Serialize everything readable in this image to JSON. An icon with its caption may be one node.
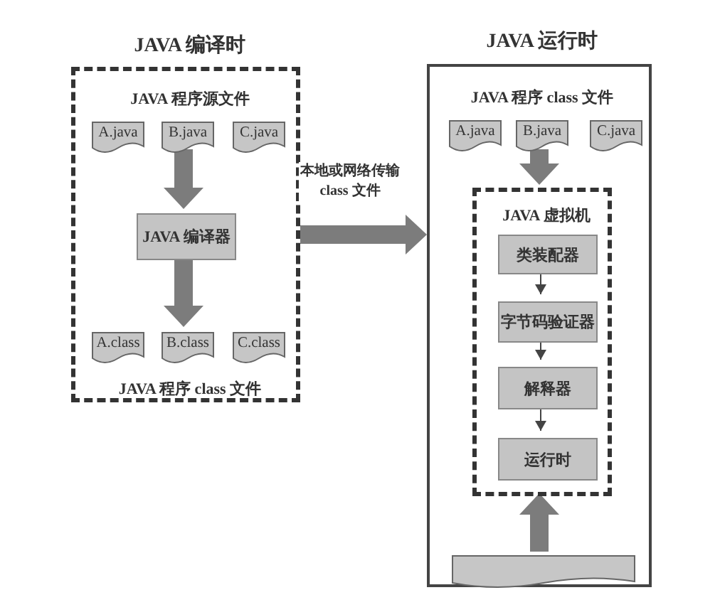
{
  "diagram": {
    "nodes": [
      {
        "text": [
          "JAVA 编译时",
          "JAVA 程序源文件",
          "JAVA 程序 class 文件"
        ]
      },
      {
        "text": [
          "A.java"
        ],
        "in": 0
      },
      {
        "text": [
          "B.java"
        ],
        "in": 0
      },
      {
        "text": [
          "C.java"
        ],
        "in": 0
      },
      {
        "text": [
          "JAVA 编译器"
        ],
        "in": 0
      },
      {
        "text": [
          "A.class"
        ],
        "in": 0
      },
      {
        "text": [
          "B.class"
        ],
        "in": 0
      },
      {
        "text": [
          "C.class"
        ],
        "in": 0
      },
      {
        "text": [
          "JAVA 运行时",
          "JAVA 程序 class 文件"
        ]
      },
      {
        "text": [
          "A.java"
        ],
        "in": 8
      },
      {
        "text": [
          "B.java"
        ],
        "in": 8
      },
      {
        "text": [
          "C.java"
        ],
        "in": 8
      },
      {
        "text": [
          "JAVA 虚拟机"
        ],
        "in": 8
      },
      {
        "text": [
          "类装配器"
        ],
        "in": 12
      },
      {
        "text": [
          "字节码验证器"
        ],
        "in": 12
      },
      {
        "text": [
          "解释器"
        ],
        "in": 12
      },
      {
        "text": [
          "运行时"
        ],
        "in": 12
      },
      {
        "text": [],
        "shape": "document",
        "in": 8
      }
    ],
    "edges": [
      {
        "from": 2,
        "to": 4,
        "arrow": "to"
      },
      {
        "from": 4,
        "to": 6,
        "arrow": "to"
      },
      {
        "from": 0,
        "to": 8,
        "arrow": "to",
        "label": "本地或网络传输 class 文件"
      },
      {
        "from": 10,
        "to": 12,
        "arrow": "to"
      },
      {
        "from": 13,
        "to": 14,
        "arrow": "to"
      },
      {
        "from": 14,
        "to": 15,
        "arrow": "to"
      },
      {
        "from": 15,
        "to": 16,
        "arrow": "to"
      },
      {
        "from": 17,
        "to": 12,
        "arrow": "to"
      }
    ]
  }
}
